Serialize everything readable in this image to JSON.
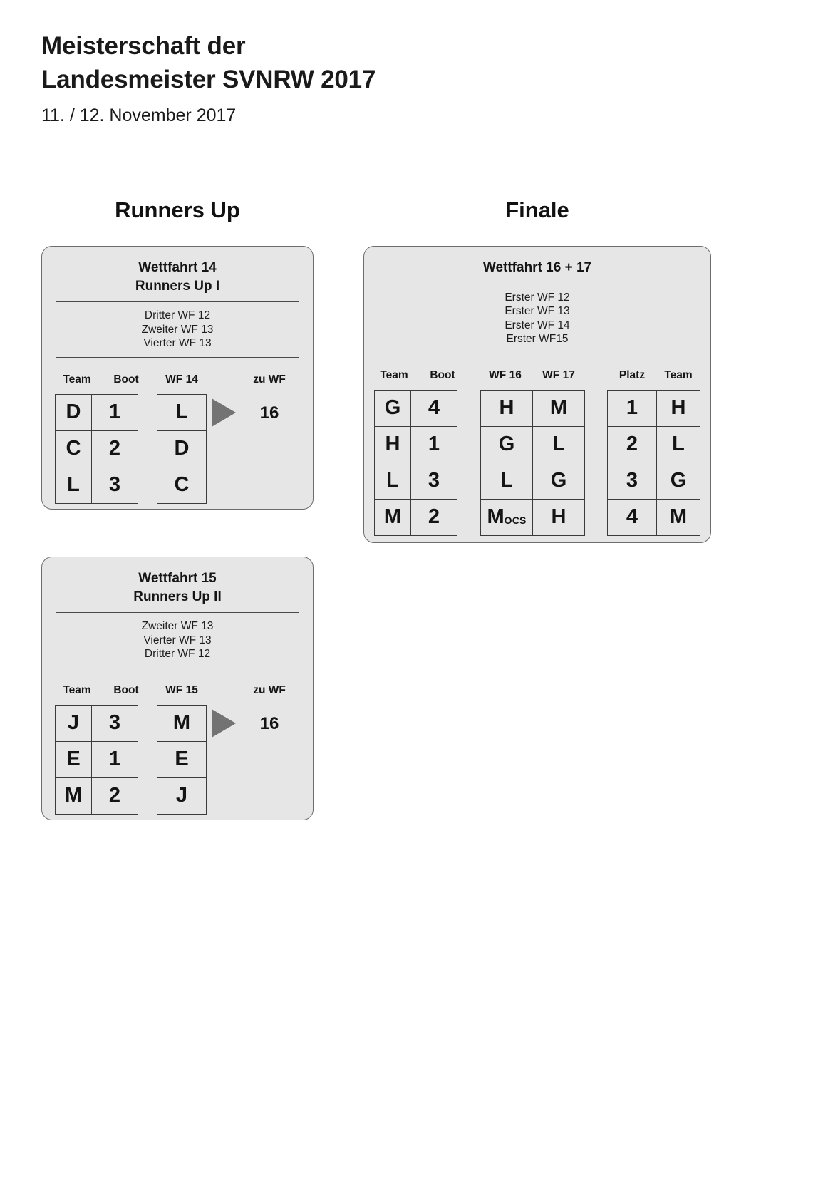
{
  "header": {
    "title_line1": "Meisterschaft der",
    "title_line2": "Landesmeister SVNRW 2017",
    "subtitle": "11. / 12. November 2017"
  },
  "columns": {
    "runners_up_title": "Runners Up",
    "finale_title": "Finale"
  },
  "cards": {
    "wf14": {
      "heading_line1": "Wettfahrt 14",
      "heading_line2": "Runners Up I",
      "qualifiers": [
        "Dritter WF 12",
        "Zweiter WF 13",
        "Vierter WF 13"
      ],
      "headers": {
        "team": "Team",
        "boot": "Boot",
        "wf": "WF 14",
        "zu_wf": "zu WF"
      },
      "rows": [
        {
          "team": "D",
          "boot": "1",
          "wf": "L"
        },
        {
          "team": "C",
          "boot": "2",
          "wf": "D"
        },
        {
          "team": "L",
          "boot": "3",
          "wf": "C"
        }
      ],
      "zu_wf_value": "16"
    },
    "wf15": {
      "heading_line1": "Wettfahrt 15",
      "heading_line2": "Runners Up II",
      "qualifiers": [
        "Zweiter WF 13",
        "Vierter WF 13",
        "Dritter WF 12"
      ],
      "headers": {
        "team": "Team",
        "boot": "Boot",
        "wf": "WF 15",
        "zu_wf": "zu WF"
      },
      "rows": [
        {
          "team": "J",
          "boot": "3",
          "wf": "M"
        },
        {
          "team": "E",
          "boot": "1",
          "wf": "E"
        },
        {
          "team": "M",
          "boot": "2",
          "wf": "J"
        }
      ],
      "zu_wf_value": "16"
    },
    "finale": {
      "heading_line1": "Wettfahrt 16 + 17",
      "qualifiers": [
        "Erster WF 12",
        "Erster WF 13",
        "Erster WF 14",
        "Erster WF15"
      ],
      "headers": {
        "team": "Team",
        "boot": "Boot",
        "wf16": "WF 16",
        "wf17": "WF 17",
        "platz": "Platz",
        "result_team": "Team"
      },
      "rows": [
        {
          "team": "G",
          "boot": "4",
          "wf16": "H",
          "wf16_suffix": "",
          "wf17": "M",
          "platz": "1",
          "result_team": "H"
        },
        {
          "team": "H",
          "boot": "1",
          "wf16": "G",
          "wf16_suffix": "",
          "wf17": "L",
          "platz": "2",
          "result_team": "L"
        },
        {
          "team": "L",
          "boot": "3",
          "wf16": "L",
          "wf16_suffix": "",
          "wf17": "G",
          "platz": "3",
          "result_team": "G"
        },
        {
          "team": "M",
          "boot": "2",
          "wf16": "M",
          "wf16_suffix": "OCS",
          "wf17": "H",
          "platz": "4",
          "result_team": "M"
        }
      ]
    }
  },
  "colors": {
    "card_fill": "#e6e6e6",
    "card_border": "#6d6d6d",
    "cell_border": "#3b3b3b",
    "arrow": "#737373",
    "text": "#141414",
    "page_background": "#ffffff"
  },
  "icons": {
    "arrow": "arrow-right-triangle"
  }
}
